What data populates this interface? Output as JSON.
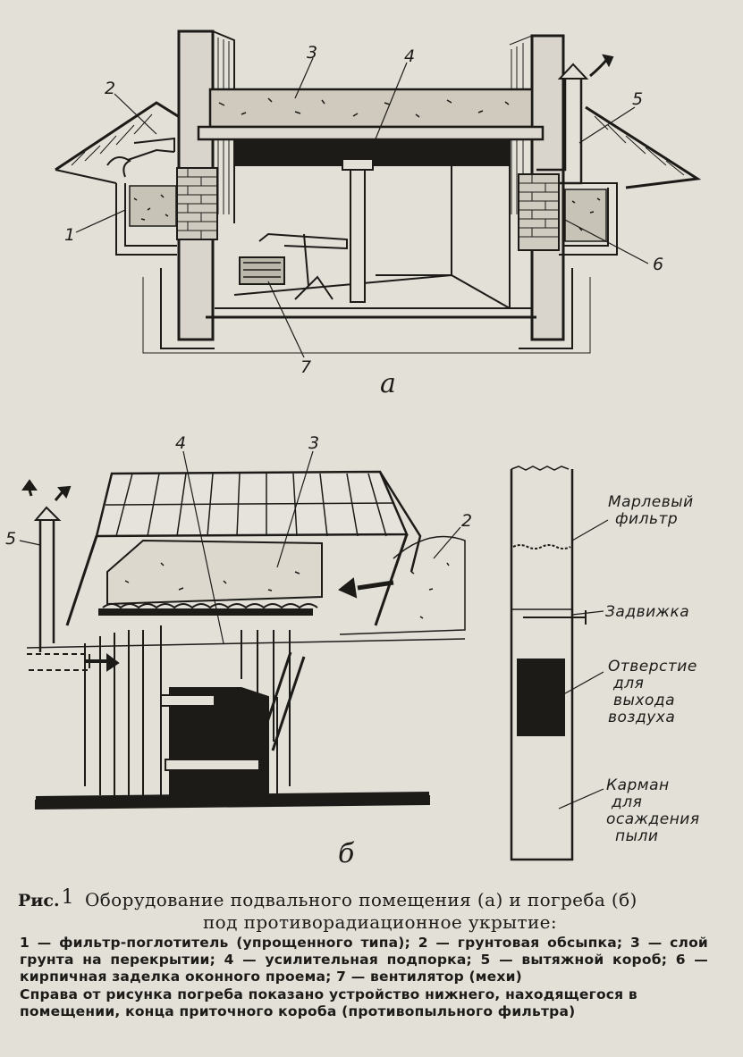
{
  "figure_a": {
    "letter": "а",
    "callouts": [
      "1",
      "2",
      "3",
      "4",
      "5",
      "6",
      "7"
    ]
  },
  "figure_b": {
    "letter": "б",
    "callouts": [
      "2",
      "3",
      "4",
      "5"
    ]
  },
  "filter_box": {
    "labels": [
      "Марлевый фильтр",
      "Задвижка",
      "Отверстие для выхода воздуха",
      "Карман для осаждения пыли"
    ],
    "label_lines": [
      [
        "Марлевый",
        "фильтр"
      ],
      [
        "Задвижка"
      ],
      [
        "Отверстие",
        "для",
        "выхода",
        "воздуха"
      ],
      [
        "Карман",
        "для",
        "осаждения",
        "пыли"
      ]
    ]
  },
  "caption": {
    "prefix": "Рис.",
    "number": "1",
    "title_line1": "Оборудование подвального помещения (а) и погреба (б)",
    "title_line2": "под противорадиационное укрытие:",
    "legend": "1 — фильтр-поглотитель (упрощенного типа); 2 — грунтовая обсыпка; 3 — слой грунта на перекрытии; 4 — усилительная подпорка; 5 — вытяжной короб; 6 — кирпичная заделка оконного проема; 7 — вентилятор (мехи)",
    "note": "Справа от рисунка погреба показано устройство нижнего, находящегося в помещении, конца приточного короба (противопыльного фильтра)"
  }
}
